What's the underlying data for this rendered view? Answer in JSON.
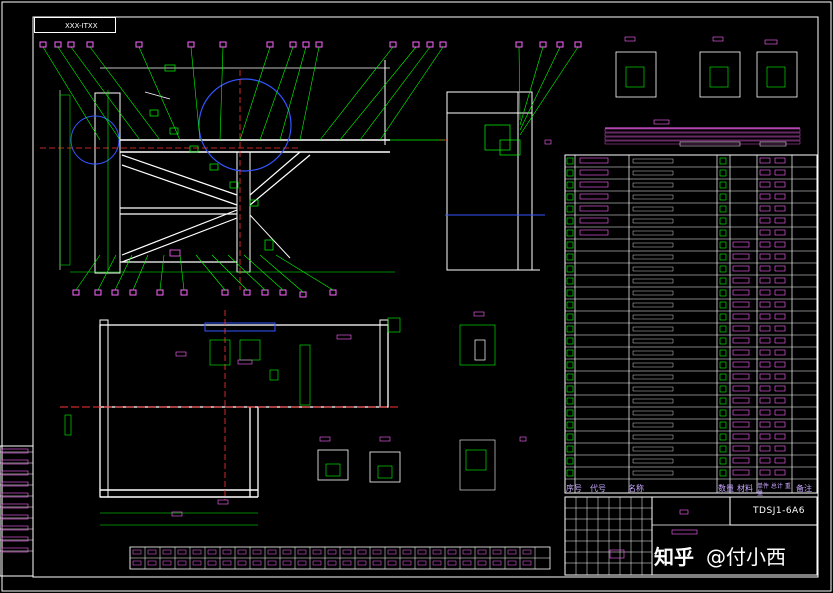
{
  "drawing": {
    "title_block": {
      "drawing_code": "TDSJ1-6A6",
      "top_left_code": "XXX-ITXX"
    },
    "bom_headers": [
      "序号",
      "代号",
      "名称",
      "数量",
      "材料",
      "单件 总计 重量",
      "备注"
    ],
    "watermark": {
      "brand": "知乎",
      "author": "@付小西"
    }
  },
  "colors": {
    "background": "#000000",
    "outline": "#ffffff",
    "leaders": "#00ff00",
    "labels": "#ff66ff",
    "centerline": "#ff3333",
    "hidden": "#3355ff",
    "text_cyan": "#33ffff"
  }
}
